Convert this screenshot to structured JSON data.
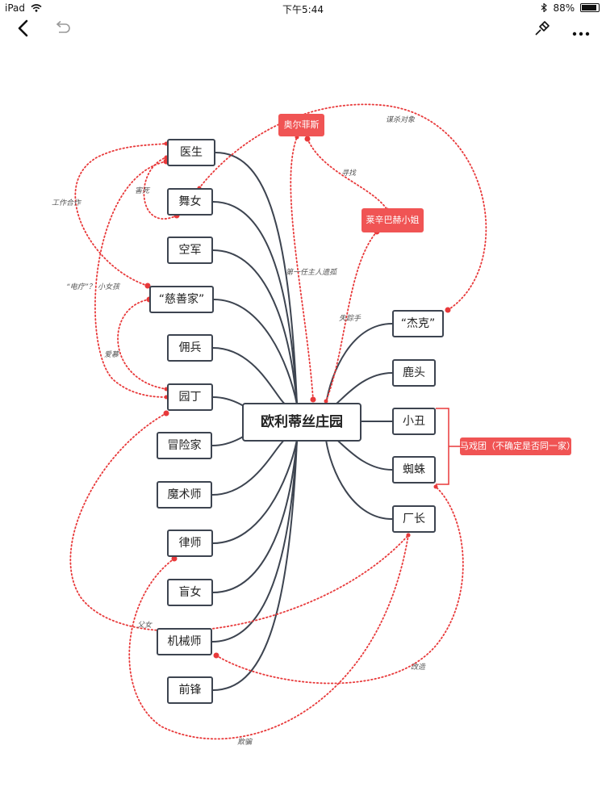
{
  "status_bar": {
    "device": "iPad",
    "time": "下午5:44",
    "battery": "88%",
    "battery_level": 0.88
  },
  "toolbar": {
    "back_icon": "chevron-left-icon",
    "undo_icon": "undo-icon",
    "style_icon": "paint-brush-icon",
    "more_icon": "more-icon"
  },
  "colors": {
    "line": "#3d4450",
    "relation": "#e8393a",
    "tag": "#f05454"
  },
  "map": {
    "center": "欧利蒂丝庄园",
    "left_nodes": [
      "医生",
      "舞女",
      "空军",
      "“慈善家”",
      "佣兵",
      "园丁",
      "冒险家",
      "魔术师",
      "律师",
      "盲女",
      "机械师",
      "前锋"
    ],
    "right_nodes": [
      "“杰克”",
      "鹿头",
      "小丑",
      "蜘蛛",
      "厂长"
    ],
    "tags": {
      "orpheus": "奥尔菲斯",
      "nightingale": "莱辛巴赫小姐"
    },
    "group_label": "马戏团（不确定是否同一家）",
    "relations": {
      "murder_target": "谋杀对象",
      "search": "寻找",
      "first_owner": "第一任主人遗孤",
      "lost_hand": "失踪手",
      "harm": "害死",
      "cooperate": "工作合作",
      "electro": "“电疗”？ 小女孩",
      "love": "爱慕",
      "father_daughter": "父女",
      "modify": "改造",
      "deceive": "欺骗"
    }
  }
}
